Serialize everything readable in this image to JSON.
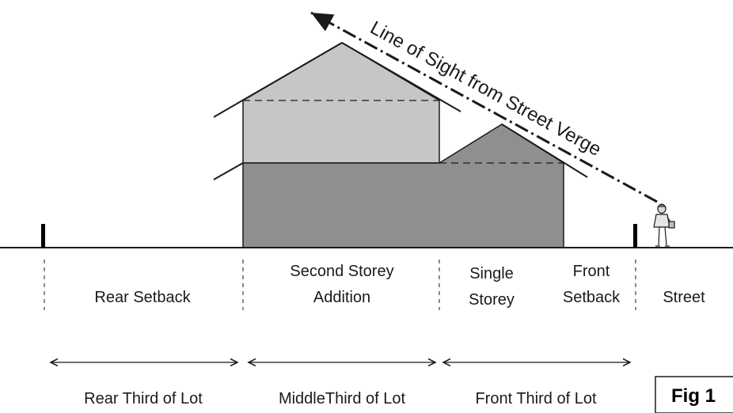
{
  "sight_line": {
    "label": "Line of Sight from Street Verge"
  },
  "zones": [
    {
      "lines": [
        "Rear Setback"
      ]
    },
    {
      "lines": [
        "Second Storey",
        "Addition"
      ]
    },
    {
      "lines": [
        "Single",
        "Storey"
      ]
    },
    {
      "lines": [
        "Front",
        "Setback"
      ]
    },
    {
      "lines": [
        "Street"
      ]
    }
  ],
  "thirds": [
    {
      "label": "Rear Third of Lot"
    },
    {
      "label": "MiddleThird of Lot"
    },
    {
      "label": "Front Third of Lot"
    }
  ],
  "figure_tag": "Fig 1",
  "colors": {
    "upper_storey": "#c6c6c9",
    "lower_storey": "#8f8f91",
    "outline": "#1a1a1a"
  }
}
